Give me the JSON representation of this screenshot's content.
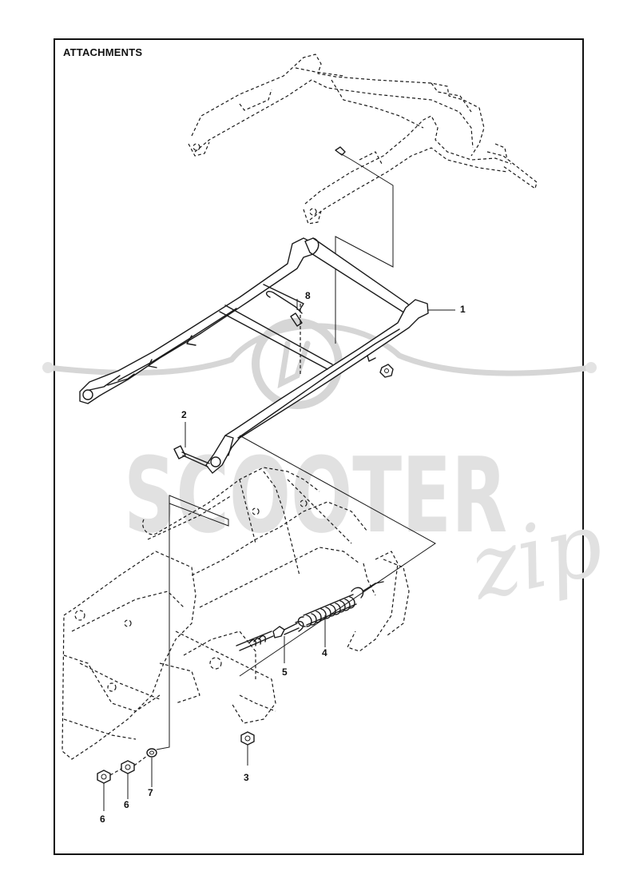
{
  "section_title": "ATTACHMENTS",
  "callouts": [
    {
      "id": "callout-1",
      "label": "1"
    },
    {
      "id": "callout-2",
      "label": "2"
    },
    {
      "id": "callout-3",
      "label": "3"
    },
    {
      "id": "callout-4",
      "label": "4"
    },
    {
      "id": "callout-5",
      "label": "5"
    },
    {
      "id": "callout-6a",
      "label": "6"
    },
    {
      "id": "callout-6b",
      "label": "6"
    },
    {
      "id": "callout-7",
      "label": "7"
    },
    {
      "id": "callout-8",
      "label": "8"
    }
  ],
  "watermark": {
    "brand": "SCOOTER",
    "script": "zip"
  },
  "colors": {
    "line": "#1a1a1a",
    "watermark": "#e1e1e1",
    "frame": "#111111"
  }
}
